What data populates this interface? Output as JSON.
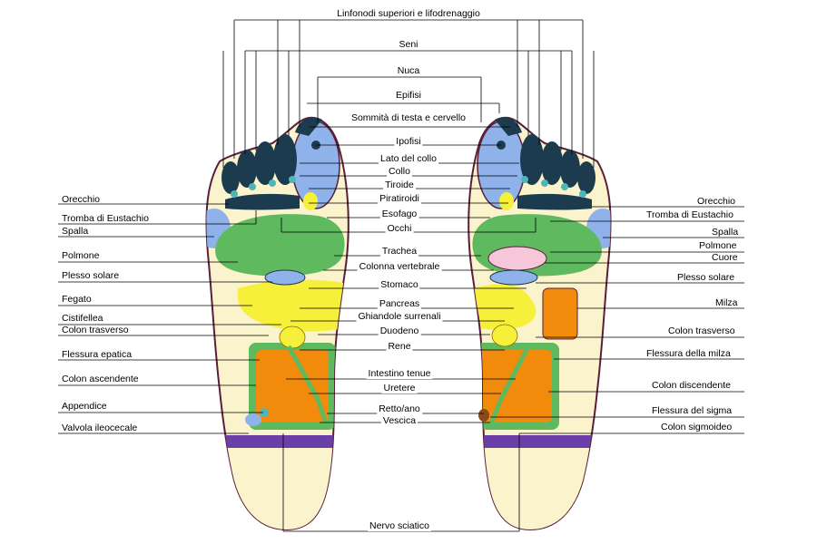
{
  "colors": {
    "skin": "#fbf3cc",
    "outline": "#5a1f3a",
    "toe_dark": "#1c3b4e",
    "blue": "#8fb2ea",
    "green": "#5fba5f",
    "yellow": "#f7f03a",
    "orange": "#f28a0c",
    "pink": "#f6c6d9",
    "teal": "#4fb6b8",
    "purple": "#6b3fa8",
    "brown": "#8a4a1a",
    "line": "#000000"
  },
  "labels": {
    "center": {
      "linfonodi": "Linfonodi superiori e lifodrenaggio",
      "seni": "Seni",
      "nuca": "Nuca",
      "epifisi": "Epifisi",
      "sommita": "Sommità di testa e cervello",
      "ipofisi": "Ipofisi",
      "lato_collo": "Lato del collo",
      "collo": "Collo",
      "tiroide": "Tiroide",
      "paratiroidi": "Piratiroidi",
      "esofago": "Esofago",
      "occhi": "Occhi",
      "trachea": "Trachea",
      "colonna": "Colonna vertebrale",
      "stomaco": "Stomaco",
      "pancreas": "Pancreas",
      "ghiandole": "Ghiandole surrenali",
      "duodeno": "Duodeno",
      "rene": "Rene",
      "intestino": "Intestino tenue",
      "uretere": "Uretere",
      "retto": "Retto/ano",
      "vescica": "Vescica",
      "nervo": "Nervo sciatico"
    },
    "left": {
      "orecchio": "Orecchio",
      "tromba": "Tromba di Eustachio",
      "spalla": "Spalla",
      "polmone": "Polmone",
      "plesso": "Plesso solare",
      "fegato": "Fegato",
      "cistifellea": "Cistifellea",
      "colon_trasverso": "Colon trasverso",
      "flessura_epatica": "Flessura epatica",
      "colon_ascendente": "Colon ascendente",
      "appendice": "Appendice",
      "valvola": "Valvola ileocecale"
    },
    "right": {
      "orecchio": "Orecchio",
      "tromba": "Tromba di Eustachio",
      "spalla": "Spalla",
      "polmone": "Polmone",
      "cuore": "Cuore",
      "plesso": "Plesso solare",
      "milza": "Milza",
      "colon_trasverso": "Colon trasverso",
      "flessura_milza": "Flessura della milza",
      "colon_discendente": "Colon discendente",
      "flessura_sigma": "Flessura del sigma",
      "colon_sigmoideo": "Colon sigmoideo"
    }
  }
}
